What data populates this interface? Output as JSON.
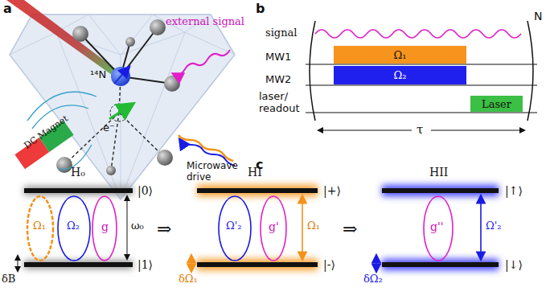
{
  "diagram": {
    "nodes": [
      {
        "text": [
          "Ω₁"
        ]
      },
      {
        "text": [
          "Ω₂"
        ]
      },
      {
        "text": [
          "Laser"
        ]
      }
    ],
    "labels": [
      "a",
      "external signal",
      "¹⁴N",
      "e⁻",
      "DC Magnet",
      "Microwave drive",
      "b",
      "signal",
      "MW1",
      "MW2",
      "laser/ readout",
      "τ",
      "N",
      "c",
      "H₀",
      "|0⟩",
      "|1⟩",
      "Ω₁",
      "Ω₂",
      "g",
      "ω₀",
      "δB",
      "⇒",
      "HI",
      "|+⟩",
      "|-⟩",
      "Ω'₂",
      "g'",
      "Ω₁",
      "δΩ₁",
      "⇒",
      "HII",
      "|↑⟩",
      "|↓⟩",
      "g''",
      "Ω'₂",
      "δΩ₂"
    ]
  }
}
